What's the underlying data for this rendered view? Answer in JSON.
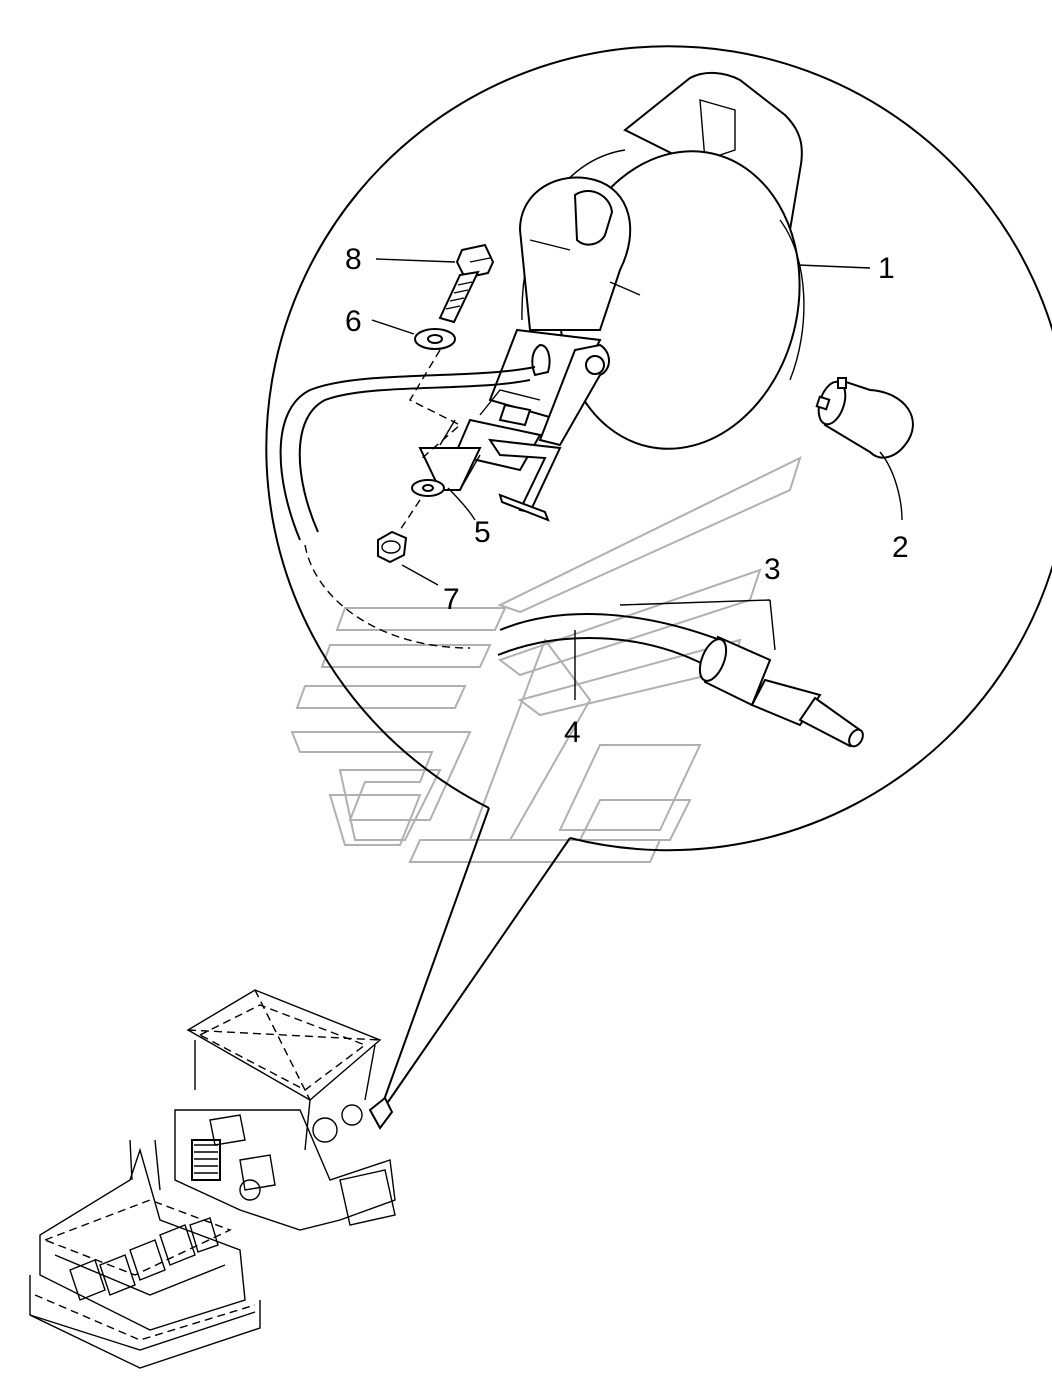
{
  "diagram": {
    "type": "exploded parts diagram",
    "callouts": [
      {
        "id": "c1",
        "label": "1"
      },
      {
        "id": "c2",
        "label": "2"
      },
      {
        "id": "c3",
        "label": "3"
      },
      {
        "id": "c4",
        "label": "4"
      },
      {
        "id": "c5",
        "label": "5"
      },
      {
        "id": "c6",
        "label": "6"
      },
      {
        "id": "c7",
        "label": "7"
      },
      {
        "id": "c8",
        "label": "8"
      }
    ]
  }
}
